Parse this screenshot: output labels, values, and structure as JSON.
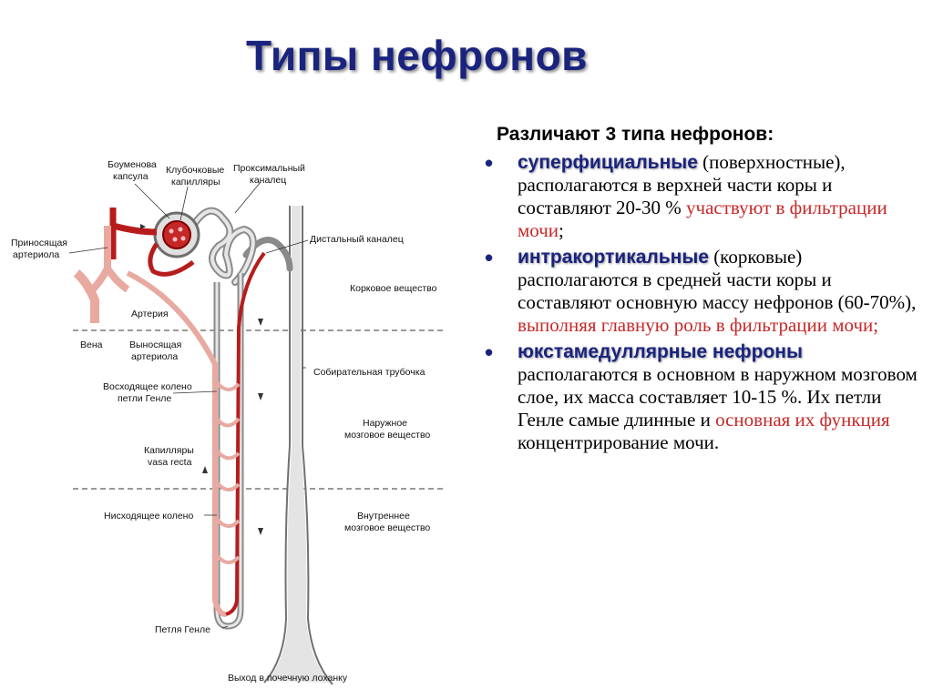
{
  "slide": {
    "title": "Типы нефронов"
  },
  "text_panel": {
    "intro": "Различают 3 типа нефронов:",
    "items": [
      {
        "term": "суперфициальные",
        "text_black": " (поверхностные), располагаются в верхней части коры и составляют 20-30 % ",
        "text_red": "участвуют в фильтрации мочи",
        "text_end": ";"
      },
      {
        "term": "интракортикальные",
        "text_black": " (корковые) располагаются в средней части коры и составляют основную массу нефронов (60-70%), ",
        "text_red": "выполняя главную роль в фильтрации мочи;",
        "text_end": ""
      },
      {
        "term": "юкстамедуллярные нефроны",
        "text_black": " располагаются в основном в наружном мозговом слое, их масса составляет 10-15 %. Их петли Генле самые длинные и ",
        "text_red": "основная их функция",
        "text_end": " концентрирование мочи."
      }
    ]
  },
  "diagram": {
    "labels": {
      "bowman_1": "Боуменова",
      "bowman_2": "капсула",
      "glom_1": "Клубочковые",
      "glom_2": "капилляры",
      "prox_1": "Проксимальный",
      "prox_2": "каналец",
      "distal": "Дистальный каналец",
      "afferent_1": "Приносящая",
      "afferent_2": "артериола",
      "cortex": "Корковое вещество",
      "artery": "Артерия",
      "vein": "Вена",
      "efferent_1": "Выносящая",
      "efferent_2": "артериола",
      "collecting": "Собирательная трубочка",
      "ascending_1": "Восходящее колено",
      "ascending_2": "петли Генле",
      "outer_medulla_1": "Наружное",
      "outer_medulla_2": "мозговое вещество",
      "vasa_1": "Капилляры",
      "vasa_2": "vasa recta",
      "descending": "Нисходящее колено",
      "inner_medulla_1": "Внутреннее",
      "inner_medulla_2": "мозговое вещество",
      "loop": "Петля Генле",
      "exit": "Выход в почечную лоханку"
    },
    "colors": {
      "arterial": "#b71c1c",
      "venous": "#e8a9a0",
      "tubule": "#9e9e9e",
      "tubule_fill": "#e0e0e0"
    }
  },
  "colors": {
    "title": "#1a237e",
    "term": "#1a237e",
    "highlight": "#c62828"
  }
}
